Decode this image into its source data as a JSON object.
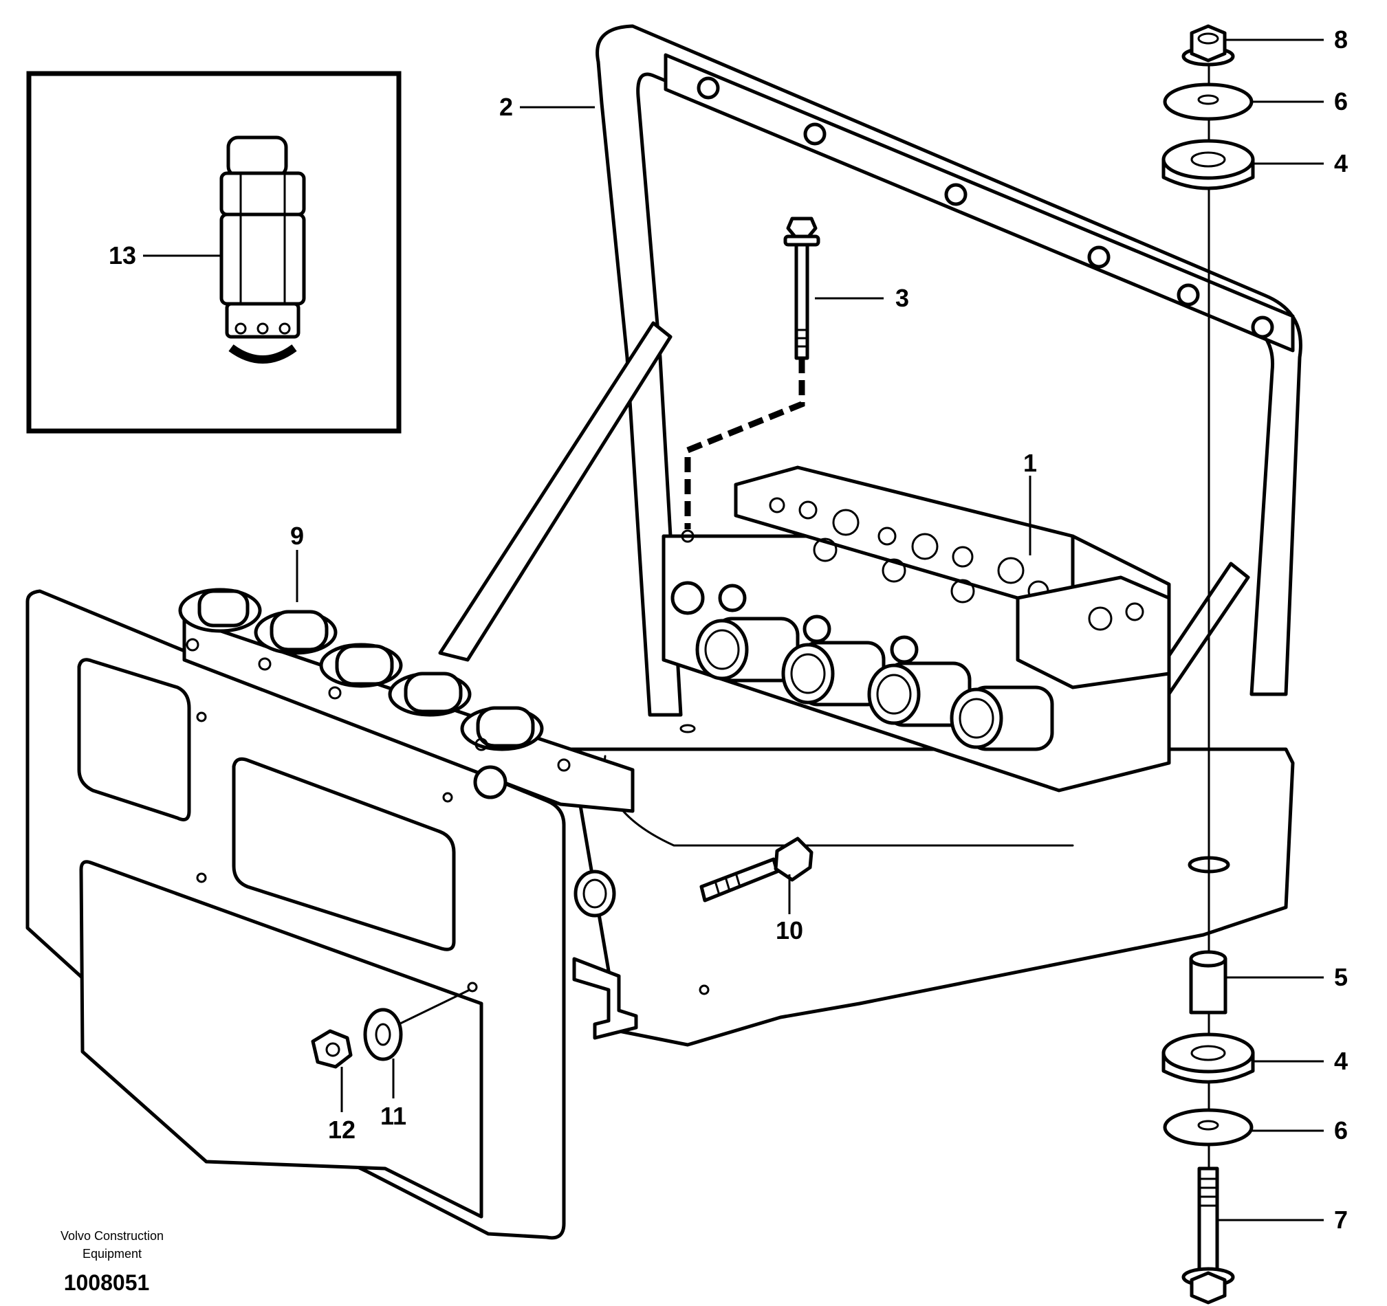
{
  "callouts": {
    "c1": "1",
    "c2": "2",
    "c3": "3",
    "c4_top": "4",
    "c4_bottom": "4",
    "c5": "5",
    "c6_top": "6",
    "c6_bottom": "6",
    "c7": "7",
    "c8": "8",
    "c9": "9",
    "c10": "10",
    "c11": "11",
    "c12": "12",
    "c13": "13"
  },
  "footer": {
    "company_line1": "Volvo Construction",
    "company_line2": "Equipment",
    "document_number": "1008051"
  }
}
